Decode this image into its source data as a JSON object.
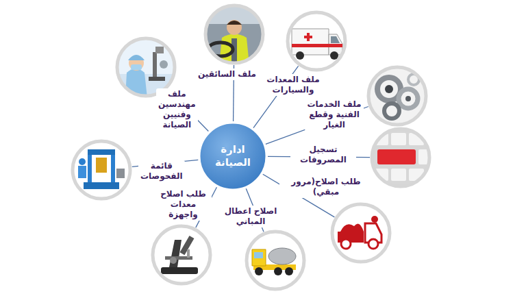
{
  "diagram": {
    "nodes": [
      {
        "text": [
          "ادارة الصيانة"
        ]
      },
      {
        "text": [
          "ملف مهندسين وفنيين الصيانة"
        ]
      },
      {
        "text": [
          "ملف السائقين"
        ]
      },
      {
        "text": [
          "ملف المعدات والسيارات"
        ]
      },
      {
        "text": [
          "ملف الخدمات الفنية وقطع الغيار"
        ]
      },
      {
        "text": [
          "تسجيل المصروفات"
        ]
      },
      {
        "text": [
          "طلب اصلاح(مرور مبقي)"
        ]
      },
      {
        "text": [
          "اصلاح اعطال المباني"
        ]
      },
      {
        "text": [
          "طلب اصلاح معدات واجهزة"
        ]
      },
      {
        "text": [
          "قائمة الفحوصات"
        ]
      }
    ],
    "edges": [
      {
        "from": 0,
        "to": 1,
        "arrow": "none"
      },
      {
        "from": 0,
        "to": 2,
        "arrow": "none"
      },
      {
        "from": 0,
        "to": 3,
        "arrow": "none"
      },
      {
        "from": 0,
        "to": 4,
        "arrow": "none"
      },
      {
        "from": 0,
        "to": 5,
        "arrow": "none"
      },
      {
        "from": 0,
        "to": 6,
        "arrow": "none"
      },
      {
        "from": 0,
        "to": 7,
        "arrow": "none"
      },
      {
        "from": 0,
        "to": 8,
        "arrow": "none"
      },
      {
        "from": 0,
        "to": 9,
        "arrow": "none"
      }
    ]
  }
}
